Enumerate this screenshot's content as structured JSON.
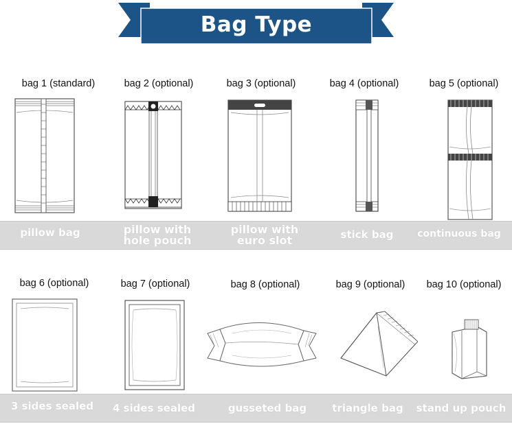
{
  "header": {
    "title": "Bag Type"
  },
  "colors": {
    "banner": "#1d5488",
    "banner_dark": "#153e66",
    "band": "#d9d9d9"
  },
  "row1": [
    {
      "title": "bag 1 (standard)",
      "label": "pillow bag"
    },
    {
      "title": "bag 2 (optional)",
      "label_line1": "pillow with",
      "label_line2": "hole pouch"
    },
    {
      "title": "bag 3 (optional)",
      "label_line1": "pillow with",
      "label_line2": "euro slot"
    },
    {
      "title": "bag 4  (optional)",
      "label": "stick bag"
    },
    {
      "title": "bag 5 (optional)",
      "label": "continuous bag"
    }
  ],
  "row2": [
    {
      "title": "bag 6 (optional)",
      "label": "3 sides sealed"
    },
    {
      "title": "bag 7 (optional)",
      "label": "4 sides sealed"
    },
    {
      "title": "bag 8 (optional)",
      "label": "gusseted bag"
    },
    {
      "title": "bag 9 (optional)",
      "label": "triangle bag"
    },
    {
      "title": "bag 10 (optional)",
      "label": "stand up pouch"
    }
  ]
}
